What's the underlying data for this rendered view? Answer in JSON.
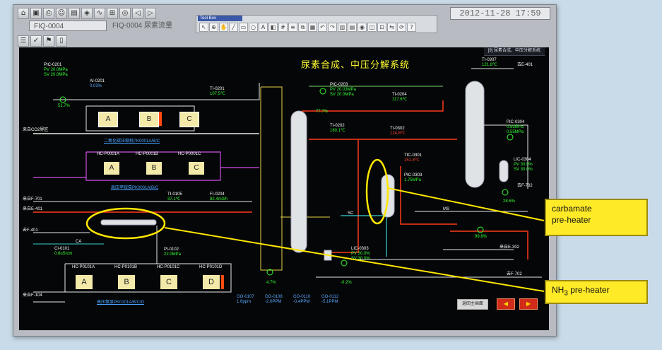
{
  "toolbar": {
    "clock": "2012-11-28 17:59",
    "tag_field": "FIQ-0004",
    "tag_name": "FIQ-0004 尿素流量",
    "palette_title": "Tool Box"
  },
  "screen": {
    "title": "尿素合成、中压分解系统",
    "nav_title": "[9] 尿素合成、中压分解系统",
    "unit_lines": [
      "二氧化碳压缩机PK0001A/B/C",
      "高压甲铵泵PK0001A/B/C",
      "高压氨泵PK0101A/B/C/D"
    ],
    "compressors": [
      "A",
      "B",
      "C"
    ],
    "carbamate_pumps": [
      "A",
      "B",
      "C"
    ],
    "ammonia_pumps": [
      "A",
      "B",
      "C",
      "D"
    ],
    "pumps_top_tags": [
      "HC-P0001A",
      "HC-P0001B",
      "HC-P0001C"
    ],
    "pumps_bottom_tags": [
      "HC-P0101A",
      "HC-P0101B",
      "HC-P0101C",
      "HC-P0101D"
    ],
    "instruments": {
      "pic0201": {
        "tag": "PIC-0201",
        "pv": "PV 20.0MPa",
        "sv": "SV 20.0MPa"
      },
      "ai0201": {
        "tag": "AI-0201",
        "val": "0.03%"
      },
      "ti0201": {
        "tag": "TI-0201",
        "val": "107.5℃"
      },
      "pic0203": {
        "tag": "PIC-0203",
        "pv": "PV 20.03MPa",
        "sv": "SV 20.0MPa"
      },
      "ti0202": {
        "tag": "TI-0202",
        "val": "180.1℃"
      },
      "ti0204": {
        "tag": "TI-0204",
        "val": "117.6℃"
      },
      "ti0302": {
        "tag": "TI-0302",
        "val": "124.8℃"
      },
      "ti0307": {
        "tag": "TI-0307",
        "val": "121.8℃"
      },
      "pic0304": {
        "tag": "PIC-0304",
        "pv": "0.55MPa",
        "sv": "0.55MPa"
      },
      "lic0304": {
        "tag": "LIC-0304",
        "pv": "PV 30.0%",
        "sv": "SV 30.0%"
      },
      "tic0301": {
        "tag": "TIC-0301",
        "val": "151.8℃"
      },
      "pic0303": {
        "tag": "PIC-0303",
        "val": "1.75MPa"
      },
      "lic0303": {
        "tag": "LIC-0303",
        "pv": "PV 30.0%",
        "sv": "SV 30.0%"
      },
      "ti0105": {
        "tag": "TI-0105",
        "val": "37.1℃"
      },
      "fi0204": {
        "tag": "FI-0204",
        "val": "82.4m3/h"
      },
      "ci0101": {
        "tag": "CI-0101",
        "val": "0.8uS/cm"
      },
      "pi0102": {
        "tag": "PI-0102",
        "val": "22.0MPa"
      },
      "pct": {
        "v1": "51.7%",
        "v2": "77.7%",
        "v3": "4.7%",
        "v4": "-0.2%",
        "v5": "28.6%",
        "v6": "99.8%"
      },
      "gauges": [
        "GO-0107 1.6ppm",
        "GO-0108 -2.0PPM",
        "GO-0110 -0.4PPM",
        "GO-0112 -5.1PPM"
      ]
    },
    "stream_labels": {
      "co2_in": "来自CO2界区",
      "to_401": "去E-401",
      "from_701": "来自F-701",
      "from_401": "来自E-401",
      "to_401b": "去F-401",
      "mid": "MS",
      "sc": "SC",
      "ca": "CA",
      "nh3_from": "来自F-104",
      "from_E302": "来自E-302",
      "to_702": "去F-702",
      "to_E702": "去F-702"
    },
    "buttons": {
      "b1": "返回主画面",
      "b2": "◀",
      "b3": "▶"
    }
  },
  "callouts": {
    "carbamate": "carbamate\npre-heater",
    "nh3_prefix": "NH",
    "nh3_sub": "3",
    "nh3_suffix": " pre-heater"
  },
  "colors": {
    "screen_bg": "#050607",
    "pipe_red": "#ff3a1c",
    "pipe_green": "#7ad86a",
    "pipe_white": "#e8e8e8",
    "pipe_magenta": "#d050e6",
    "pipe_cyan": "#38d0d6",
    "callout": "#ffea28"
  }
}
